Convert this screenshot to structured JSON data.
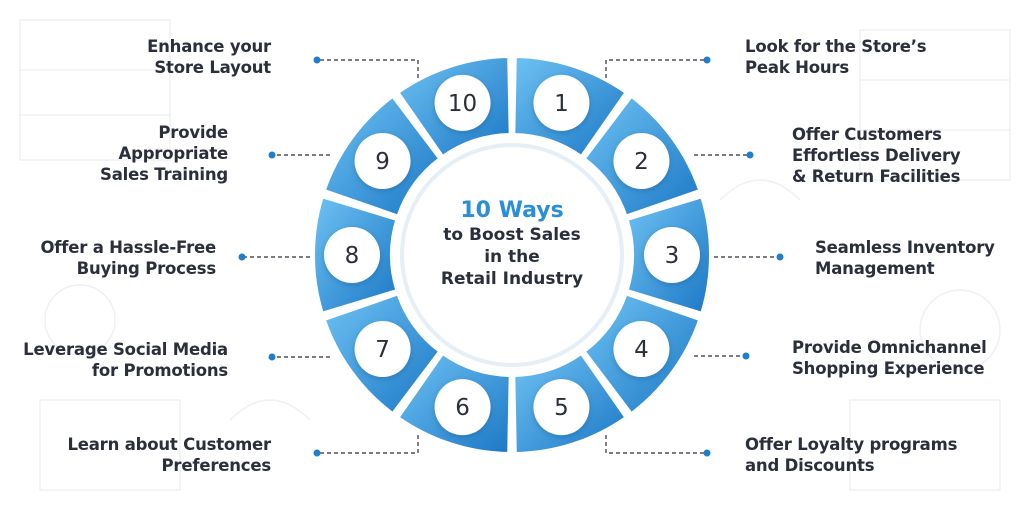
{
  "title": {
    "highlight": "10 Ways",
    "rest": "to Boost Sales\nin the\nRetail Industry"
  },
  "colors": {
    "segment_light": "#5fb7ee",
    "segment_dark": "#1e7fcc",
    "number_text": "#2a2f3a",
    "connector": "#2a2f3a",
    "title_accent": "#2a8fd6"
  },
  "items": [
    {
      "number": "1",
      "label": "Look for the Store’s\nPeak Hours"
    },
    {
      "number": "2",
      "label": "Offer Customers\nEffortless Delivery\n& Return Facilities"
    },
    {
      "number": "3",
      "label": "Seamless Inventory\nManagement"
    },
    {
      "number": "4",
      "label": "Provide Omnichannel\nShopping Experience"
    },
    {
      "number": "5",
      "label": "Offer Loyalty programs\nand Discounts"
    },
    {
      "number": "6",
      "label": "Learn about Customer\nPreferences"
    },
    {
      "number": "7",
      "label": "Leverage Social Media\nfor Promotions"
    },
    {
      "number": "8",
      "label": "Offer a Hassle-Free\nBuying Process"
    },
    {
      "number": "9",
      "label": "Provide\nAppropriate\nSales Training"
    },
    {
      "number": "10",
      "label": "Enhance your\nStore Layout"
    }
  ]
}
